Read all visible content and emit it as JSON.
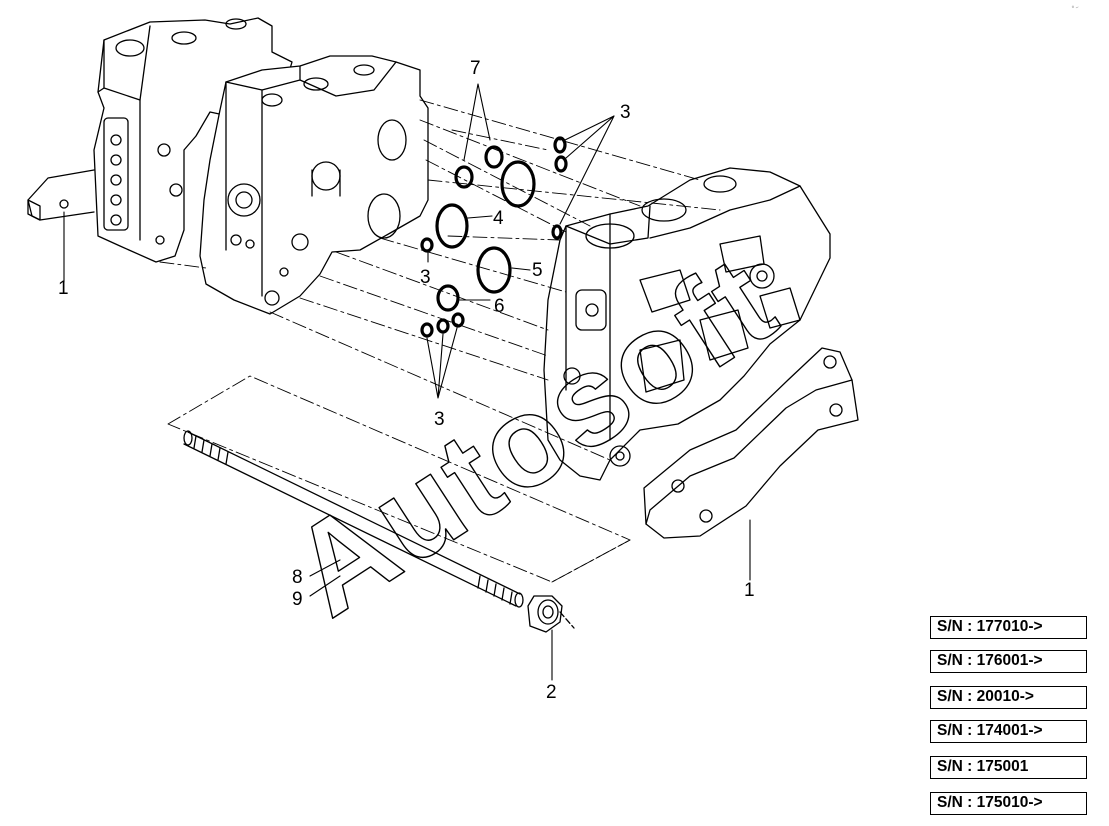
{
  "diagram": {
    "watermark_text": "Autosoft",
    "corner_mark": "°–",
    "callouts": [
      {
        "id": "c7",
        "label": "7"
      },
      {
        "id": "c3a",
        "label": "3"
      },
      {
        "id": "c4",
        "label": "4"
      },
      {
        "id": "c5",
        "label": "5"
      },
      {
        "id": "c3b",
        "label": "3"
      },
      {
        "id": "c6",
        "label": "6"
      },
      {
        "id": "c3c",
        "label": "3"
      },
      {
        "id": "c1a",
        "label": "1"
      },
      {
        "id": "c1b",
        "label": "1"
      },
      {
        "id": "c8",
        "label": "8"
      },
      {
        "id": "c9",
        "label": "9"
      },
      {
        "id": "c2",
        "label": "2"
      }
    ]
  },
  "serial_numbers": [
    "S/N : 177010->",
    "S/N : 176001->",
    "S/N : 20010->",
    "S/N : 174001->",
    "S/N : 175001",
    "S/N : 175010->"
  ]
}
